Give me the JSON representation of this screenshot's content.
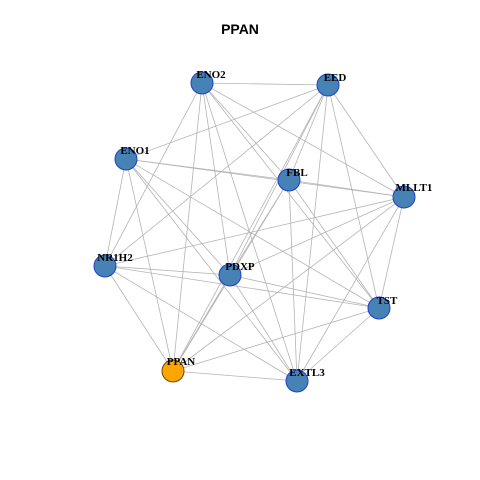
{
  "title": "PPAN",
  "colors": {
    "default_node": "#4682b4",
    "highlight_node": "#ffa500",
    "node_border": "#1f3fcf",
    "highlight_border": "#6b4a00",
    "edge": "#b4b4b4"
  },
  "nodes": [
    {
      "id": "ENO2",
      "label": "ENO2",
      "highlight": false
    },
    {
      "id": "EED",
      "label": "EED",
      "highlight": false
    },
    {
      "id": "ENO1",
      "label": "ENO1",
      "highlight": false
    },
    {
      "id": "FBL",
      "label": "FBL",
      "highlight": false
    },
    {
      "id": "MLLT1",
      "label": "MLLT1",
      "highlight": false
    },
    {
      "id": "NR1H2",
      "label": "NR1H2",
      "highlight": false
    },
    {
      "id": "PDXP",
      "label": "PDXP",
      "highlight": false
    },
    {
      "id": "TST",
      "label": "TST",
      "highlight": false
    },
    {
      "id": "PPAN",
      "label": "PPAN",
      "highlight": true
    },
    {
      "id": "EXTL3",
      "label": "EXTL3",
      "highlight": false
    }
  ],
  "edges": [
    [
      "ENO2",
      "EED"
    ],
    [
      "ENO2",
      "FBL"
    ],
    [
      "ENO2",
      "MLLT1"
    ],
    [
      "ENO2",
      "NR1H2"
    ],
    [
      "ENO2",
      "PDXP"
    ],
    [
      "ENO2",
      "TST"
    ],
    [
      "ENO2",
      "PPAN"
    ],
    [
      "ENO2",
      "EXTL3"
    ],
    [
      "EED",
      "ENO1"
    ],
    [
      "EED",
      "FBL"
    ],
    [
      "EED",
      "MLLT1"
    ],
    [
      "EED",
      "NR1H2"
    ],
    [
      "EED",
      "PDXP"
    ],
    [
      "EED",
      "TST"
    ],
    [
      "EED",
      "PPAN"
    ],
    [
      "EED",
      "EXTL3"
    ],
    [
      "ENO1",
      "FBL"
    ],
    [
      "ENO1",
      "MLLT1"
    ],
    [
      "ENO1",
      "NR1H2"
    ],
    [
      "ENO1",
      "PDXP"
    ],
    [
      "ENO1",
      "TST"
    ],
    [
      "ENO1",
      "PPAN"
    ],
    [
      "ENO1",
      "EXTL3"
    ],
    [
      "FBL",
      "MLLT1"
    ],
    [
      "FBL",
      "PDXP"
    ],
    [
      "FBL",
      "TST"
    ],
    [
      "FBL",
      "PPAN"
    ],
    [
      "FBL",
      "EXTL3"
    ],
    [
      "MLLT1",
      "NR1H2"
    ],
    [
      "MLLT1",
      "PDXP"
    ],
    [
      "MLLT1",
      "TST"
    ],
    [
      "MLLT1",
      "PPAN"
    ],
    [
      "MLLT1",
      "EXTL3"
    ],
    [
      "NR1H2",
      "PDXP"
    ],
    [
      "NR1H2",
      "TST"
    ],
    [
      "NR1H2",
      "PPAN"
    ],
    [
      "NR1H2",
      "EXTL3"
    ],
    [
      "PDXP",
      "TST"
    ],
    [
      "PDXP",
      "PPAN"
    ],
    [
      "PDXP",
      "EXTL3"
    ],
    [
      "TST",
      "PPAN"
    ],
    [
      "TST",
      "EXTL3"
    ],
    [
      "PPAN",
      "EXTL3"
    ]
  ]
}
